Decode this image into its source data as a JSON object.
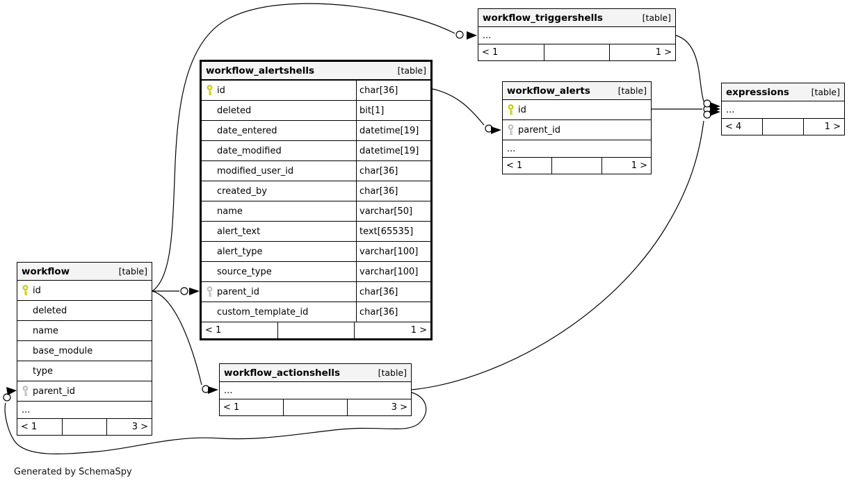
{
  "generator_note": "Generated by SchemaSpy",
  "colors": {
    "primary_key": "#c9c900",
    "foreign_key": "#bdbdbd",
    "header_bg": "#f4f4f4",
    "border": "#000000",
    "background": "#ffffff"
  },
  "tables": {
    "workflow_triggershells": {
      "name": "workflow_triggershells",
      "type_label": "[table]",
      "collapsed_row": "...",
      "footer": {
        "parents": "< 1",
        "children": "1 >"
      }
    },
    "workflow_alertshells": {
      "name": "workflow_alertshells",
      "type_label": "[table]",
      "columns": [
        {
          "name": "id",
          "key": "primary",
          "type": "char[36]"
        },
        {
          "name": "deleted",
          "key": "none",
          "type": "bit[1]"
        },
        {
          "name": "date_entered",
          "key": "none",
          "type": "datetime[19]"
        },
        {
          "name": "date_modified",
          "key": "none",
          "type": "datetime[19]"
        },
        {
          "name": "modified_user_id",
          "key": "none",
          "type": "char[36]"
        },
        {
          "name": "created_by",
          "key": "none",
          "type": "char[36]"
        },
        {
          "name": "name",
          "key": "none",
          "type": "varchar[50]"
        },
        {
          "name": "alert_text",
          "key": "none",
          "type": "text[65535]"
        },
        {
          "name": "alert_type",
          "key": "none",
          "type": "varchar[100]"
        },
        {
          "name": "source_type",
          "key": "none",
          "type": "varchar[100]"
        },
        {
          "name": "parent_id",
          "key": "foreign",
          "type": "char[36]"
        },
        {
          "name": "custom_template_id",
          "key": "none",
          "type": "char[36]"
        }
      ],
      "footer": {
        "parents": "< 1",
        "children": "1 >"
      }
    },
    "workflow_alerts": {
      "name": "workflow_alerts",
      "type_label": "[table]",
      "columns": [
        {
          "name": "id",
          "key": "primary",
          "type": ""
        },
        {
          "name": "parent_id",
          "key": "foreign",
          "type": ""
        }
      ],
      "collapsed_row": "...",
      "footer": {
        "parents": "< 1",
        "children": "1 >"
      }
    },
    "expressions": {
      "name": "expressions",
      "type_label": "[table]",
      "collapsed_row": "...",
      "footer": {
        "parents": "< 4",
        "children": "1 >"
      }
    },
    "workflow": {
      "name": "workflow",
      "type_label": "[table]",
      "columns": [
        {
          "name": "id",
          "key": "primary",
          "type": ""
        },
        {
          "name": "deleted",
          "key": "none",
          "type": ""
        },
        {
          "name": "name",
          "key": "none",
          "type": ""
        },
        {
          "name": "base_module",
          "key": "none",
          "type": ""
        },
        {
          "name": "type",
          "key": "none",
          "type": ""
        },
        {
          "name": "parent_id",
          "key": "foreign",
          "type": ""
        }
      ],
      "collapsed_row": "...",
      "footer": {
        "parents": "< 1",
        "children": "3 >"
      }
    },
    "workflow_actionshells": {
      "name": "workflow_actionshells",
      "type_label": "[table]",
      "collapsed_row": "...",
      "footer": {
        "parents": "< 1",
        "children": "3 >"
      }
    }
  },
  "relationships": [
    {
      "from": "workflow.id",
      "to": "workflow_alertshells.parent_id"
    },
    {
      "from": "workflow.id",
      "to": "workflow_triggershells"
    },
    {
      "from": "workflow.id",
      "to": "workflow_actionshells"
    },
    {
      "from": "workflow_alertshells.id",
      "to": "workflow_alerts.parent_id"
    },
    {
      "from": "workflow_alerts.id",
      "to": "expressions"
    },
    {
      "from": "workflow_triggershells",
      "to": "expressions"
    },
    {
      "from": "workflow_actionshells",
      "to": "expressions"
    },
    {
      "from": "workflow_actionshells",
      "to": "workflow.parent_id"
    }
  ]
}
